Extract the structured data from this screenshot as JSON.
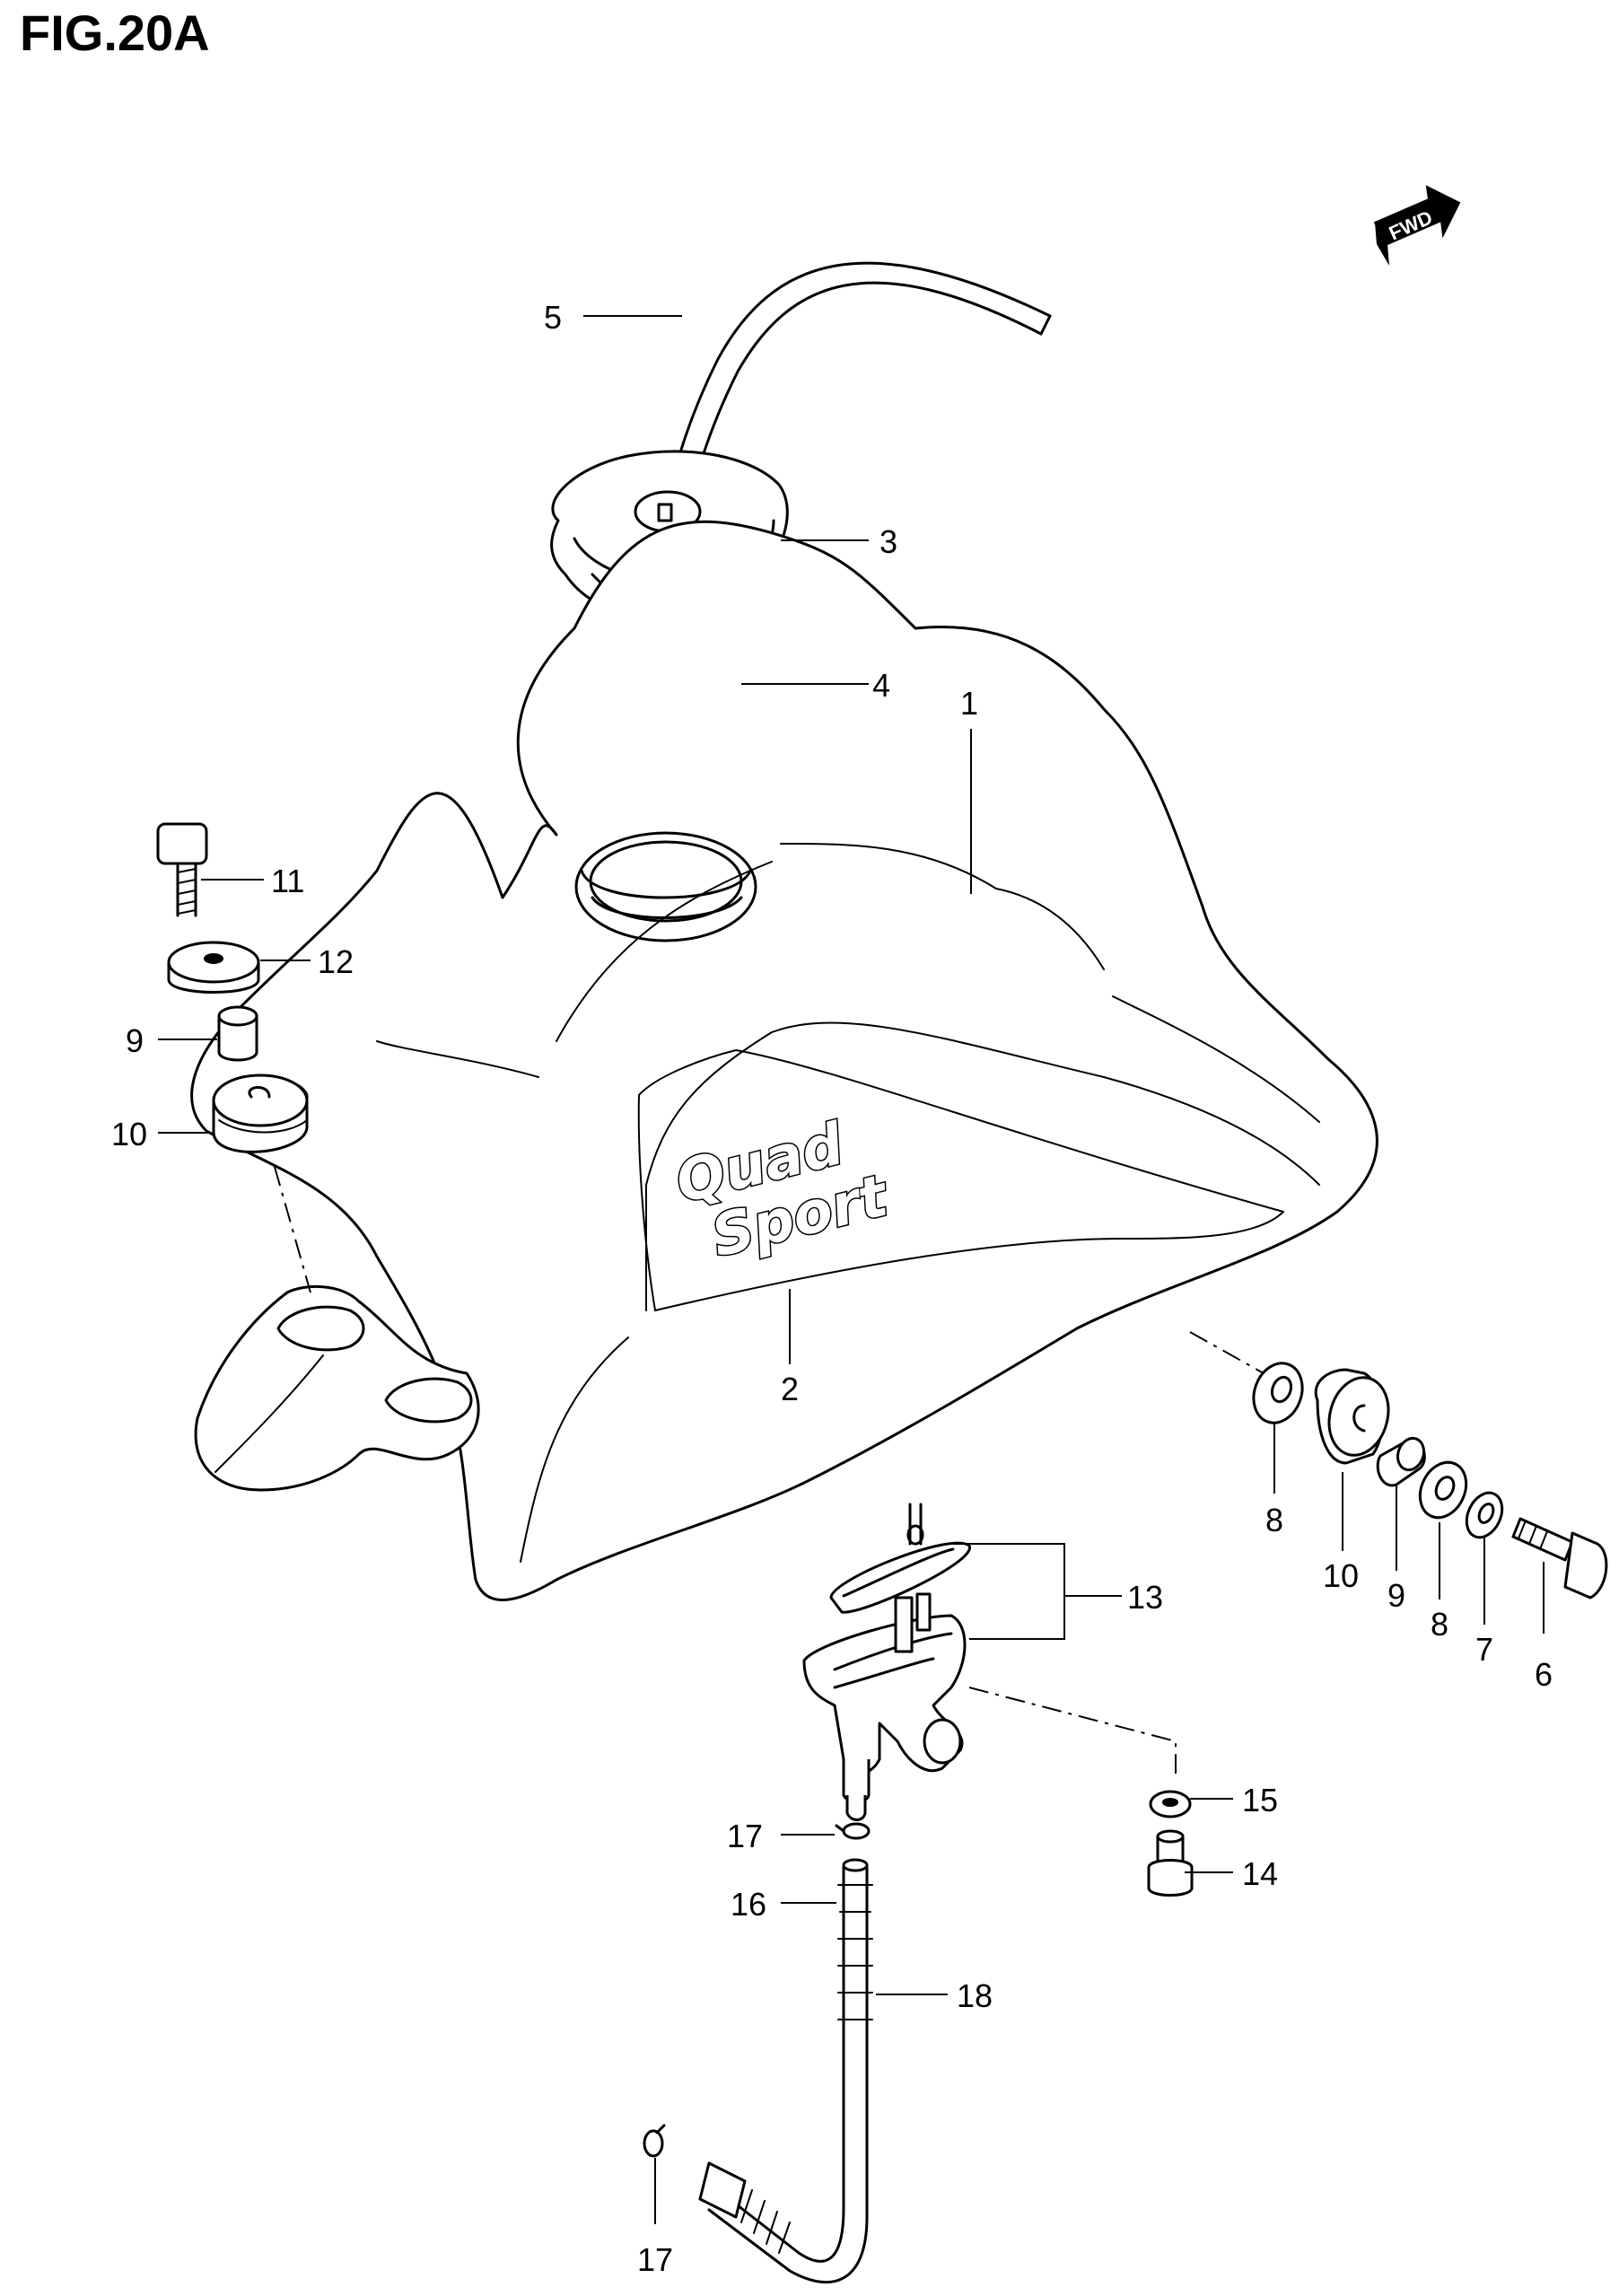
{
  "figure_title": "FIG.20A",
  "fwd_label": "FWD",
  "logo_text": [
    "Quad",
    "Sport"
  ],
  "callouts": {
    "c1": "1",
    "c2": "2",
    "c3": "3",
    "c4": "4",
    "c5": "5",
    "c6": "6",
    "c7": "7",
    "c8a": "8",
    "c8b": "8",
    "c9a": "9",
    "c9b": "9",
    "c10a": "10",
    "c10b": "10",
    "c11": "11",
    "c12": "12",
    "c13": "13",
    "c14": "14",
    "c15": "15",
    "c16": "16",
    "c17a": "17",
    "c17b": "17",
    "c18": "18"
  }
}
